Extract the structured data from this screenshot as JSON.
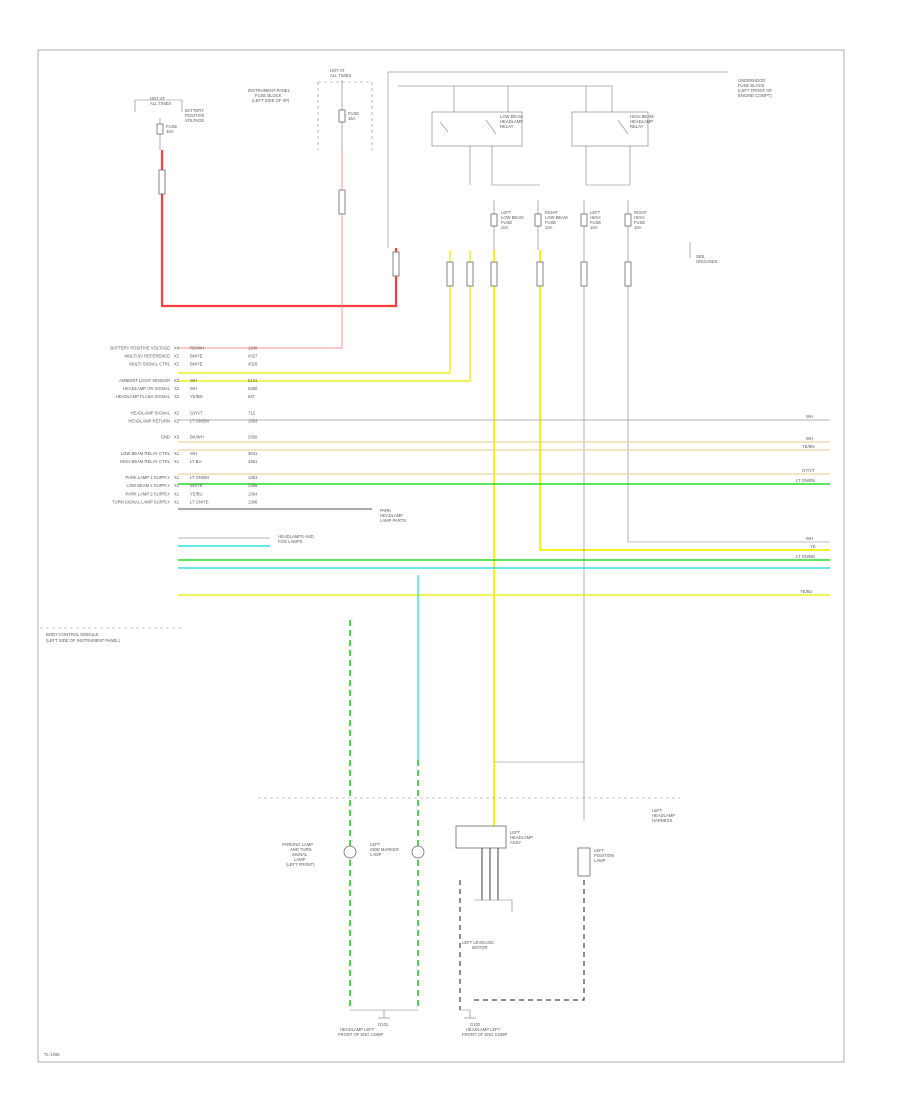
{
  "footer": {
    "code": "TL-1098"
  },
  "module": {
    "name_lines": [
      "BODY CONTROL MODULE",
      "(LEFT SIDE OF INSTRUMENT PANEL)"
    ]
  },
  "pins": [
    {
      "num": "X4",
      "label": "BATTERY POSITIVE VOLTAGE",
      "wire": "RD/WH",
      "circuit": "1240"
    },
    {
      "num": "X2",
      "label": "MULTI 5V REFERENCE",
      "wire": "BN/YE",
      "circuit": "4327"
    },
    {
      "num": "X2",
      "label": "MULTI SIGNAL CTRL",
      "wire": "BN/YE",
      "circuit": "4326"
    },
    {
      "num": "",
      "label": "",
      "wire": "",
      "circuit": ""
    },
    {
      "num": "X3",
      "label": "AMBIENT LIGHT SENSOR",
      "wire": "WH",
      "circuit": "5131"
    },
    {
      "num": "X3",
      "label": "HEADLAMP ON SIGNAL",
      "wire": "WH",
      "circuit": "5360"
    },
    {
      "num": "X3",
      "label": "HEADLAMP FLASH SIGNAL",
      "wire": "YE/BN",
      "circuit": "647"
    },
    {
      "num": "",
      "label": "",
      "wire": "",
      "circuit": ""
    },
    {
      "num": "X2",
      "label": "HEADLAMP SIGNAL",
      "wire": "GY/VT",
      "circuit": "712"
    },
    {
      "num": "X2",
      "label": "HEADLAMP RETURN",
      "wire": "LT GN/BN",
      "circuit": "1383"
    },
    {
      "num": "",
      "label": "",
      "wire": "",
      "circuit": ""
    },
    {
      "num": "X3",
      "label": "GND",
      "wire": "BK/WH",
      "circuit": "2350"
    },
    {
      "num": "",
      "label": "",
      "wire": "",
      "circuit": ""
    },
    {
      "num": "X1",
      "label": "LOW BEAM RELAY CTRL",
      "wire": "WH",
      "circuit": "3641"
    },
    {
      "num": "X1",
      "label": "HIGH BEAM RELAY CTRL",
      "wire": "LT BU",
      "circuit": "3461"
    },
    {
      "num": "",
      "label": "",
      "wire": "",
      "circuit": ""
    },
    {
      "num": "X1",
      "label": "PARK LAMP 1 SUPPLY",
      "wire": "LT GN/BN",
      "circuit": "1363"
    },
    {
      "num": "X1",
      "label": "LOW BEAM 2 SUPPLY",
      "wire": "BN/YE",
      "circuit": "1365"
    },
    {
      "num": "X1",
      "label": "PARK LAMP 2 SUPPLY",
      "wire": "YE/BU",
      "circuit": "1364"
    },
    {
      "num": "X1",
      "label": "TURN SIGNAL LAMP SUPPLY",
      "wire": "LT GN/YE",
      "circuit": "1366"
    }
  ],
  "top_labels": {
    "fuse_block_1": [
      "HOT AT",
      "ALL TIMES"
    ],
    "fuse_1": [
      "FUSE",
      "40A"
    ],
    "fuse_1_desc": [
      "BATTERY",
      "POSITIVE",
      "VOLTAGE"
    ],
    "fuse_block_2": [
      "HOT AT",
      "ALL TIMES"
    ],
    "ip_fuse_desc": [
      "INSTRUMENT PANEL",
      "FUSE BLOCK",
      "(LEFT SIDE OF I/P)"
    ],
    "fuse_2": [
      "FUSE",
      "15A"
    ],
    "relay_block": [
      "UNDERHOOD",
      "FUSE BLOCK",
      "(LEFT FRONT OF",
      "ENGINE COMPT)"
    ],
    "relay_low": [
      "LOW BEAM",
      "HEADLAMP",
      "RELAY"
    ],
    "relay_high": [
      "HIGH BEAM",
      "HEADLAMP",
      "RELAY"
    ],
    "fuse_low_left": [
      "LEFT",
      "LOW BEAM",
      "FUSE",
      "10A"
    ],
    "fuse_low_right": [
      "RIGHT",
      "LOW BEAM",
      "FUSE",
      "10A"
    ],
    "fuse_high_left": [
      "LEFT",
      "HIGH",
      "FUSE",
      "10A"
    ],
    "fuse_high_right": [
      "RIGHT",
      "HIGH",
      "FUSE",
      "10A"
    ],
    "side_note": [
      "SEE",
      "GROUNDS"
    ]
  },
  "right_wires": [
    "WH",
    "WH",
    "YE/BN",
    "GY/VT",
    "LT GN/BN",
    "WH",
    "YE",
    "LT GN/BN",
    "YE/BU"
  ],
  "mid_labels": {
    "gnd_ref": [
      "PARK",
      "HEADLAMP",
      "LAMP PARTS"
    ],
    "relay_ref": [
      "HEADLAMPS AND",
      "FOG LAMPS"
    ],
    "left_front": [
      "LEFT",
      "HEADLAMP",
      "HARNESS"
    ],
    "gnd_bottom_left": [
      "G101",
      "HEADLAMP LEFT",
      "FRONT OF ENG COMP"
    ],
    "gnd_bottom_right": [
      "G102",
      "HEADLAMP LEFT",
      "FRONT OF ENG COMP"
    ]
  },
  "components": {
    "left_turn": [
      "PARKING LAMP",
      "AND TURN",
      "SIGNAL",
      "LAMP",
      "(LEFT FRONT)"
    ],
    "left_side": [
      "LEFT",
      "SIDE MARKER",
      "LAMP"
    ],
    "headlamp": [
      "LEFT",
      "HEADLAMP",
      "ASSY"
    ],
    "level_motor": [
      "LEFT LEVELING",
      "MOTOR"
    ],
    "position": [
      "LEFT",
      "POSITION",
      "LAMP"
    ]
  },
  "colors": {
    "battery": "#ff3b3b",
    "signal_yellow": "#f5f000",
    "signal_green": "#22dd22",
    "signal_cyan": "#33e0e0",
    "frame": "#9a9a9a"
  }
}
